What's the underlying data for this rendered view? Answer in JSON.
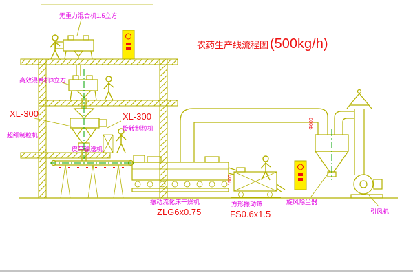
{
  "title": {
    "name": "农药生产线流程图",
    "capacity": "(500kg/h)"
  },
  "colors": {
    "line": "#b5b200",
    "centerline_green": "#00a300",
    "label_magenta": "#e100e1",
    "model_red": "#ee1111",
    "cabinet_yellow": "#ffee00",
    "background": "#ffffff"
  },
  "labels": {
    "gravity_mixer": "无重力混合机1.5立方",
    "high_efficiency_mixer": "高效混合机3立方",
    "granulator_left_model": "XL-300",
    "granulator_left_name": "超细制粒机",
    "granulator_right_model": "XL-300",
    "granulator_right_name": "旋转制粒机",
    "belt_conveyor": "皮带输送机",
    "fluid_bed_dryer": "振动流化床干燥机",
    "fluid_bed_dryer_model": "ZLG6x0.75",
    "vibrating_screen": "方形振动筛",
    "vibrating_screen_model": "FS0.6x1.5",
    "cyclone_dust_collector": "旋风除尘器",
    "induced_draft_fan": "引风机",
    "screen_dimension": "1500",
    "cyclone_dimension": "Φ600"
  }
}
